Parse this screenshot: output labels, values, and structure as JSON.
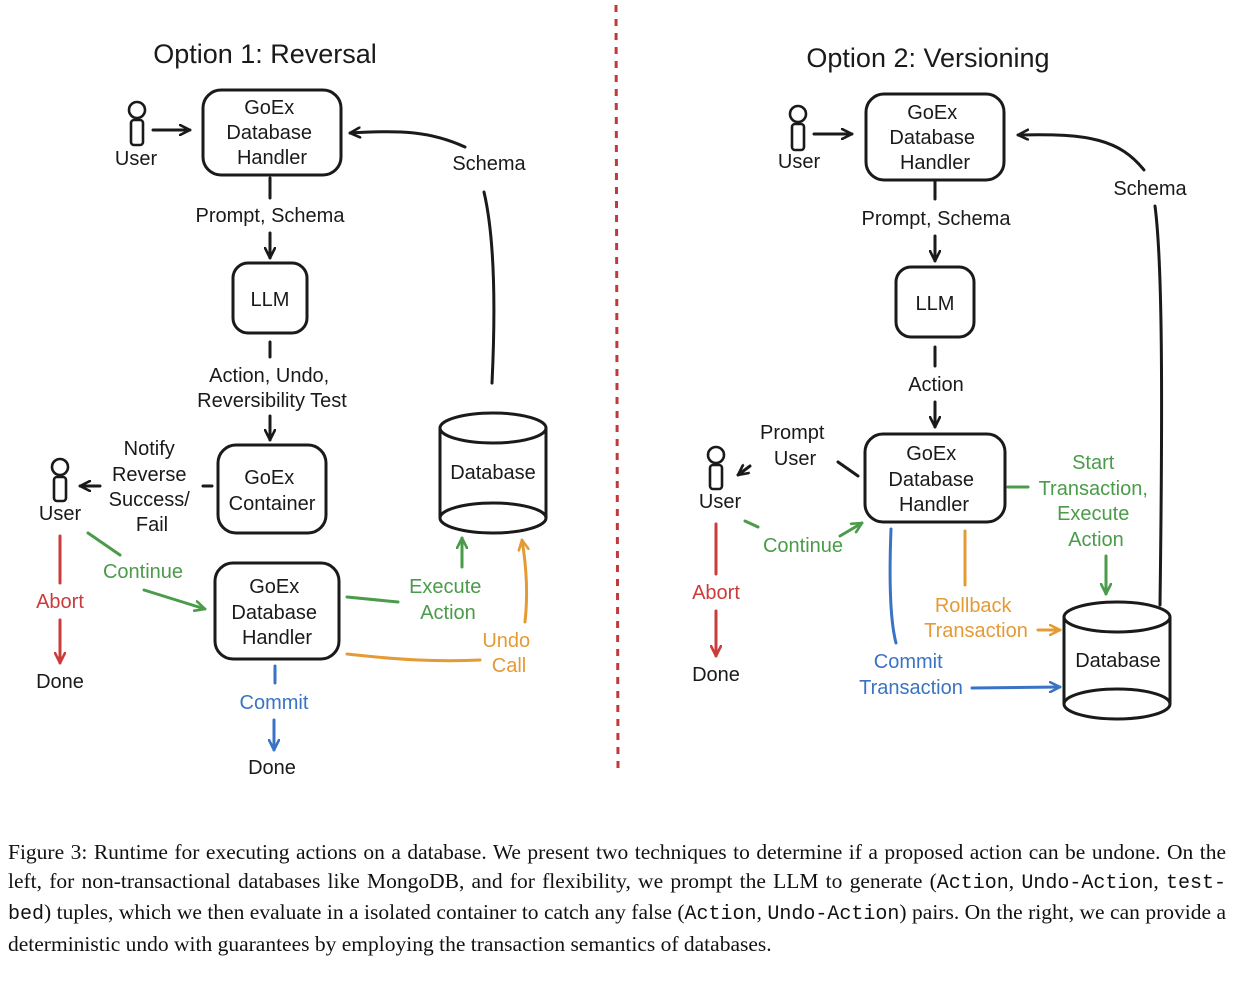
{
  "left": {
    "title": "Option 1: Reversal",
    "user_label": "User",
    "handler_lines": [
      "GoEx",
      "Database",
      "Handler"
    ],
    "schema_label": "Schema",
    "prompt_schema_label": "Prompt, Schema",
    "llm_label": "LLM",
    "action_undo_lines": [
      "Action, Undo,",
      "Reversibility Test"
    ],
    "notify_lines": [
      "Notify",
      "Reverse",
      "Success/",
      "Fail"
    ],
    "container_lines": [
      "GoEx",
      "Container"
    ],
    "database_label": "Database",
    "user2_label": "User",
    "abort_label": "Abort",
    "done_left_label": "Done",
    "continue_label": "Continue",
    "handler2_lines": [
      "GoEx",
      "Database",
      "Handler"
    ],
    "execute_action_lines": [
      "Execute",
      "Action"
    ],
    "undo_call_lines": [
      "Undo",
      "Call"
    ],
    "commit_label": "Commit",
    "done_bottom_label": "Done"
  },
  "right": {
    "title": "Option 2: Versioning",
    "user_label": "User",
    "handler_lines": [
      "GoEx",
      "Database",
      "Handler"
    ],
    "schema_label": "Schema",
    "prompt_schema_label": "Prompt, Schema",
    "llm_label": "LLM",
    "action_label": "Action",
    "prompt_user_lines": [
      "Prompt",
      "User"
    ],
    "user2_label": "User",
    "handler2_lines": [
      "GoEx",
      "Database",
      "Handler"
    ],
    "start_tx_lines": [
      "Start",
      "Transaction,",
      "Execute",
      "Action"
    ],
    "continue_label": "Continue",
    "abort_label": "Abort",
    "done_label": "Done",
    "rollback_lines": [
      "Rollback",
      "Transaction"
    ],
    "commit_tx_lines": [
      "Commit",
      "Transaction"
    ],
    "database_label": "Database"
  },
  "colors": {
    "abort": "#cc3b3b",
    "continue": "#4a9b4a",
    "commit": "#3a73c4",
    "undo": "#e49a35",
    "divider": "#c0393b"
  },
  "caption": {
    "parts": [
      "Figure 3: Runtime for executing actions on a database. We present two techniques to determine if a proposed action can be undone.  On the left, for non-transactional databases like MongoDB, and for flexibility, we prompt the LLM to generate (",
      "Action",
      ", ",
      "Undo-Action",
      ", ",
      "test-bed",
      ") tuples, which we then evaluate in a isolated container to catch any false (",
      "Action",
      ", ",
      "Undo-Action",
      ") pairs.  On the right, we can provide a deterministic undo with guarantees by employing the transaction semantics of databases."
    ]
  }
}
